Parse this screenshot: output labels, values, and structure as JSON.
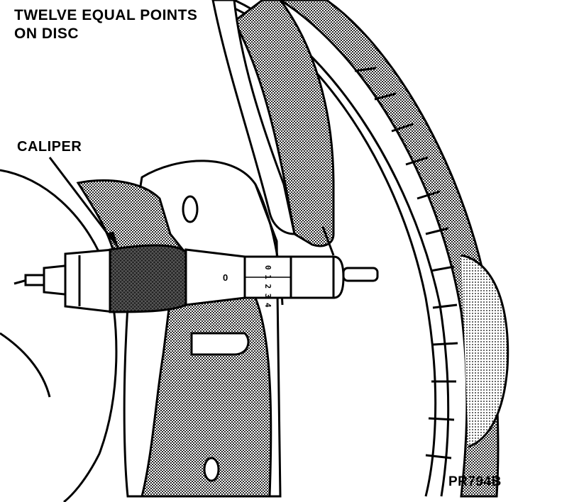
{
  "labels": {
    "title_line1": "TWELVE EQUAL POINTS",
    "title_line2": "ON DISC",
    "caliper": "CALIPER",
    "figure_id": "PR794B"
  },
  "micrometer": {
    "sleeve_numbers": "0 1 2 3 4",
    "thimble_number": "0"
  },
  "colors": {
    "ink": "#000000",
    "paper": "#ffffff",
    "screen_tone": "#9a9a9a",
    "dark_tone": "#2a2a2a"
  },
  "icons": {
    "brake_disc": "brake-disc-illustration",
    "micrometer": "micrometer-illustration"
  }
}
